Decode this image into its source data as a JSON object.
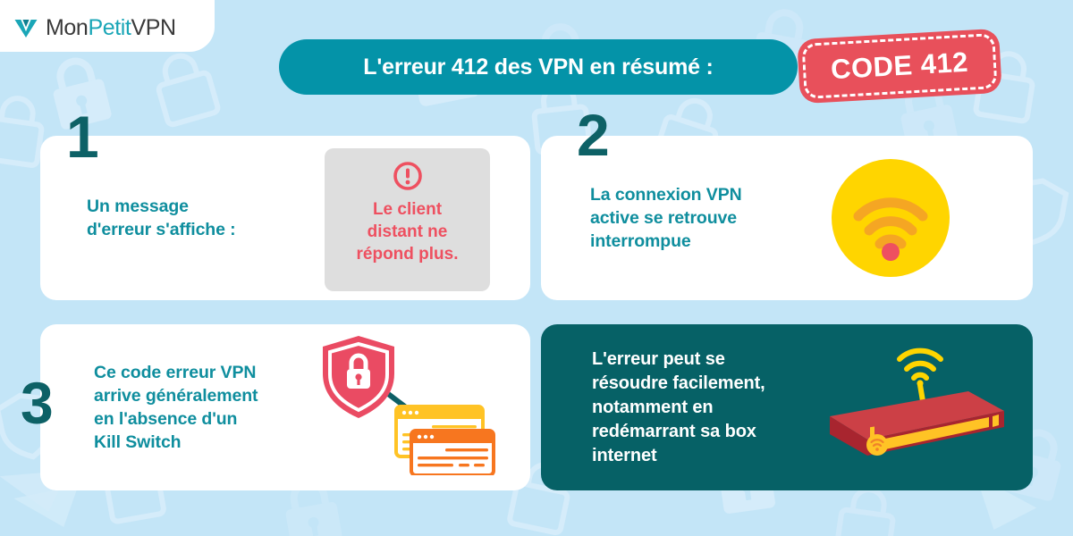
{
  "brand": {
    "logo_icon": "monpetitvpn-m-mark-icon",
    "name_part1": "Mon",
    "name_part2": "Petit",
    "name_part3": "VPN",
    "teal": "#1aa6b7",
    "dark": "#3a3a3a"
  },
  "header": {
    "banner_text": "L'erreur 412 des VPN en résumé :",
    "banner_color": "#0493a8",
    "badge_text": "CODE 412",
    "badge_color": "#e8505b"
  },
  "background": {
    "color": "#c3e5f7",
    "pattern_icon": "padlock-icon"
  },
  "cards": [
    {
      "number": "1",
      "text": "Un message\nd'erreur s'affiche :",
      "text_color": "#0f8e9e",
      "background": "#ffffff",
      "error_box": {
        "icon": "alert-exclamation-circle-icon",
        "icon_color": "#ee5060",
        "message": "Le client\ndistant ne\nrépond plus.",
        "background": "#dedede"
      }
    },
    {
      "number": "2",
      "text": "La connexion VPN\nactive se retrouve\ninterrompue",
      "text_color": "#0f8e9e",
      "background": "#ffffff",
      "illustration": {
        "icon": "wifi-signal-circle-icon",
        "circle_color": "#ffd500",
        "arc_color": "#f5a623",
        "dot_color": "#ee5060"
      }
    },
    {
      "number": "3",
      "text": "Ce code erreur VPN\narrive généralement\nen l'absence d'un\nKill Switch",
      "text_color": "#0f8e9e",
      "background": "#ffffff",
      "illustration": {
        "icon": "shield-lock-browser-windows-icon",
        "shield_color": "#ea4b63",
        "window_yellow": "#ffc325",
        "window_orange": "#f7761f",
        "link_color": "#0d5f66"
      }
    },
    {
      "number": "",
      "text": "L'erreur peut se\nrésoudre facilement,\nnotamment en\nredémarrant sa box\ninternet",
      "text_color": "#ffffff",
      "background": "#066166",
      "illustration": {
        "icon": "internet-router-box-icon",
        "body_color": "#cc4046",
        "body_dark": "#a8252f",
        "panel_color": "#ffc325",
        "antenna_color": "#ffd500"
      }
    }
  ]
}
